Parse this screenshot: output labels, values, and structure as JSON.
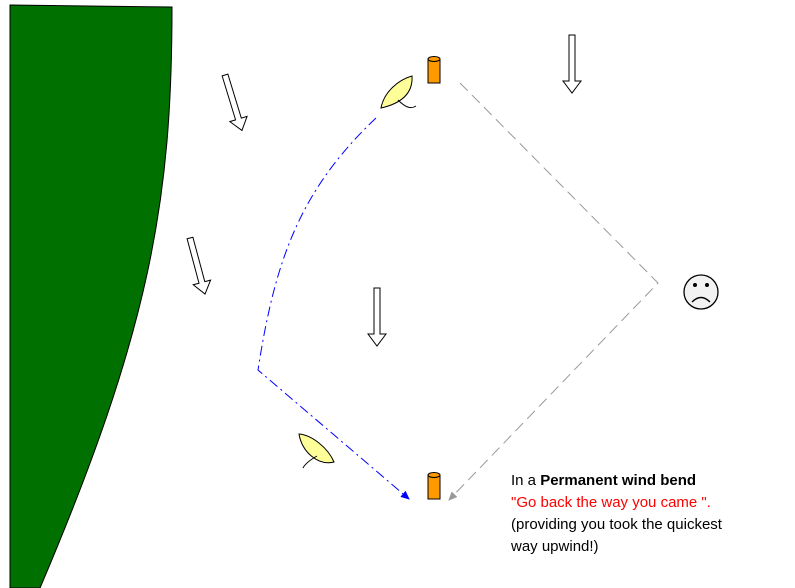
{
  "colors": {
    "shore": "#007000",
    "mark": "#ff9900",
    "boat": "#ffff99",
    "good_track": "#0000ff",
    "bad_track": "#999999",
    "highlight_text": "#ff0000"
  },
  "icons": {
    "wind": "wind-arrow-icon",
    "mark": "buoy-icon",
    "boat": "sailboat-icon",
    "mood": "sad-face-icon"
  },
  "caption": {
    "intro": "In a ",
    "term": "Permanent  wind bend",
    "quote": "\"Go back the way you came   \".",
    "note_line1": "(providing you took the quickest",
    "note_line2": "way upwind!)"
  }
}
